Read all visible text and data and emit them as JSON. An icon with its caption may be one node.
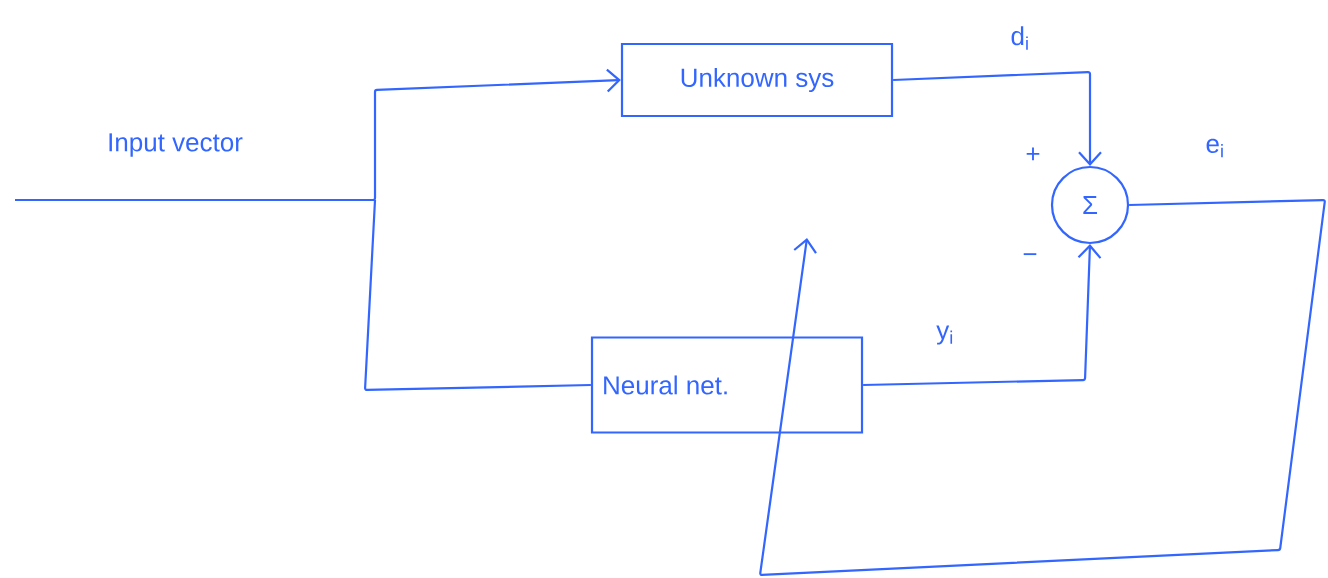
{
  "diagram": {
    "nodes": [
      {
        "text": [
          "Unknown sys"
        ]
      },
      {
        "text": [
          "Neural net."
        ]
      },
      {
        "text": [
          "Σ"
        ]
      }
    ],
    "edges": [
      {
        "from": null,
        "to": 0,
        "arrow": "to",
        "label": "Input vector"
      },
      {
        "from": null,
        "to": 1,
        "arrow": "none"
      },
      {
        "from": 0,
        "to": 2,
        "arrow": "to",
        "label": "d$_{i}$"
      },
      {
        "from": 1,
        "to": 2,
        "arrow": "to",
        "label": "y$_{i}$"
      },
      {
        "from": 2,
        "to": null,
        "arrow": "to",
        "label": "e$_{i}$"
      }
    ],
    "labels": [
      "+",
      "−"
    ]
  }
}
